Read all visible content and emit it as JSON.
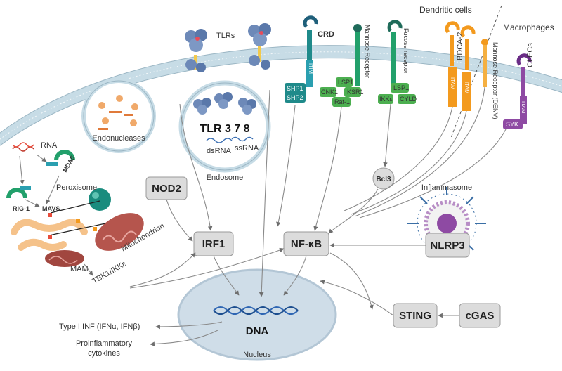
{
  "header": {
    "dendritic_cells": "Dendritic cells",
    "macrophages": "Macrophages"
  },
  "receptors": {
    "tlrs": "TLRs",
    "crd": "CRD",
    "itim": "ITIM",
    "mannose_receptor": "Mannose Receptor",
    "fucose_receptor": "Fucose receptor",
    "bdca2": "BDCA-2",
    "itam_1": "ITAM",
    "itam_2": "ITAM",
    "mannose_receptor_denv": "Mannose Receptor (DENV)",
    "clecs": "CLECs",
    "itam_3": "ITAM"
  },
  "adaptors": {
    "shp1": "SHP1",
    "shp2": "SHP2",
    "lsp1_a": "LSP1",
    "cnk1": "CNK1",
    "ksr1": "KSR1",
    "raf1": "Raf-1",
    "lsp1_b": "LSP1",
    "ikke_b": "IKKε",
    "cyld": "CYLD",
    "syk": "SYK"
  },
  "endosome": {
    "tlr_title": "TLR 3 7 8",
    "dsrna": "dsRNA",
    "ssrna": "ssRNA",
    "label": "Endosome"
  },
  "left": {
    "endonucleases": "Endonucleases",
    "rna": "RNA",
    "mda5": "MDA5",
    "rig1": "RIG-1",
    "mavs": "MAVS",
    "peroxisome": "Peroxisome",
    "mitochondrion": "Mitochondrion",
    "mam": "MAM",
    "tbk1": "TBK1/IKKε"
  },
  "nodes": {
    "nod2": "NOD2",
    "irf1": "IRF1",
    "nfkb": "NF-κB",
    "bcl3": "Bcl3",
    "nlrp3": "NLRP3",
    "inflammasome": "Inflammasome",
    "sting": "STING",
    "cgas": "cGAS"
  },
  "nucleus": {
    "dna": "DNA",
    "label": "Nucleus"
  },
  "outputs": {
    "type1_inf": "Type I INF (IFNα, IFNβ)",
    "cytokines_line1": "Proinflammatory",
    "cytokines_line2": "cytokines"
  },
  "colors": {
    "membrane": "#c7dce6",
    "membrane_stroke": "#9bb6c4",
    "box_fill": "#dcdcdc",
    "box_stroke": "#9a9a9a",
    "nucleus_fill": "#cfdde8",
    "crd_teal": "#1f8a8a",
    "mannose_green": "#22a06b",
    "adaptor_green": "#4caf50",
    "orange": "#f39a1e",
    "purple": "#8e4aa3",
    "tlr_blue": "#6d89b8",
    "endonuclease_orange": "#f0a96a",
    "mitochondrion_red": "#b5554d",
    "dna_blue": "#2f66b3"
  }
}
